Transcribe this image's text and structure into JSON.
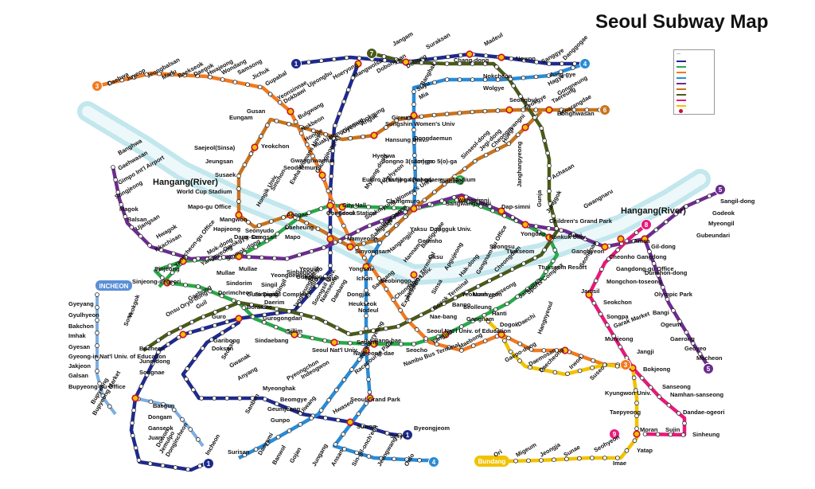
{
  "title": "Seoul Subway Map",
  "colors": {
    "line1": "#1f2a8c",
    "line2": "#2aa84a",
    "line3": "#f07a21",
    "line4": "#2a8bd6",
    "line5": "#6c2c8f",
    "line6": "#c7731f",
    "line7": "#4a5a1a",
    "line8": "#e6197a",
    "line9": "#c9a227",
    "bundang": "#f2c200",
    "river": "#8fd3de",
    "station": "#ffffff",
    "transfer": "#c8102e"
  },
  "badges": [
    {
      "id": "b1a",
      "label": "1",
      "color": "#1f2a8c"
    },
    {
      "id": "b3",
      "label": "3",
      "color": "#f07a21"
    },
    {
      "id": "b7",
      "label": "7",
      "color": "#4a5a1a"
    },
    {
      "id": "b4a",
      "label": "4",
      "color": "#2a8bd6"
    },
    {
      "id": "b6",
      "label": "6",
      "color": "#c7731f"
    },
    {
      "id": "b2",
      "label": "2",
      "color": "#2aa84a"
    },
    {
      "id": "b5a",
      "label": "5",
      "color": "#6c2c8f"
    },
    {
      "id": "b8",
      "label": "8",
      "color": "#e6197a"
    },
    {
      "id": "b5b",
      "label": "5",
      "color": "#6c2c8f"
    },
    {
      "id": "b3b",
      "label": "3",
      "color": "#f07a21"
    },
    {
      "id": "b9",
      "label": "9",
      "color": "#e6197a"
    },
    {
      "id": "b1b",
      "label": "1",
      "color": "#1f2a8c"
    },
    {
      "id": "b1c",
      "label": "1",
      "color": "#1f2a8c"
    },
    {
      "id": "b4b",
      "label": "4",
      "color": "#2a8bd6"
    }
  ],
  "boxes": [
    {
      "id": "incheon",
      "label": "INCHEON",
      "color": "#5b8fd6"
    },
    {
      "id": "bundang",
      "label": "Bundang",
      "color": "#f2c200"
    }
  ],
  "river_labels": [
    "Hangang(River)",
    "Hangang(River)"
  ],
  "stations": [
    {
      "name": "Daehwa"
    },
    {
      "name": "Juyeop"
    },
    {
      "name": "Jeongbalsan"
    },
    {
      "name": "Madu"
    },
    {
      "name": "Baekseok"
    },
    {
      "name": "Daegok"
    },
    {
      "name": "Hwajeong"
    },
    {
      "name": "Wondang"
    },
    {
      "name": "Samsong"
    },
    {
      "name": "Jichuk"
    },
    {
      "name": "Gupabal"
    },
    {
      "name": "Yeonsinnae"
    },
    {
      "name": "Ujeongbu"
    },
    {
      "name": "Hoeryong"
    },
    {
      "name": "Mangwolsa"
    },
    {
      "name": "Dobongsan"
    },
    {
      "name": "Dobong"
    },
    {
      "name": "Banghak"
    },
    {
      "name": "Jangam"
    },
    {
      "name": "Suraksan"
    },
    {
      "name": "Madeul"
    },
    {
      "name": "Nowon"
    },
    {
      "name": "Sanggye"
    },
    {
      "name": "Danggogae"
    },
    {
      "name": "Chang-dong"
    },
    {
      "name": "Nokcheon"
    },
    {
      "name": "Wolgye"
    },
    {
      "name": "Jung-gye"
    },
    {
      "name": "Hagye"
    },
    {
      "name": "Gongneung"
    },
    {
      "name": "Taereung"
    },
    {
      "name": "Hwarangdae"
    },
    {
      "name": "Bonghwasan"
    },
    {
      "name": "Seongbuk"
    },
    {
      "name": "Seokgye"
    },
    {
      "name": "Mia"
    },
    {
      "name": "Gireum"
    },
    {
      "name": "Suyu"
    },
    {
      "name": "Sungshin Women's Univ"
    },
    {
      "name": "Hansung Univ."
    },
    {
      "name": "Hyehwa"
    },
    {
      "name": "Bulgwang"
    },
    {
      "name": "Nokbeon"
    },
    {
      "name": "Hongje"
    },
    {
      "name": "Muakjae"
    },
    {
      "name": "Dongnimmun"
    },
    {
      "name": "Gyeongbokgung"
    },
    {
      "name": "Anguk"
    },
    {
      "name": "Gusan"
    },
    {
      "name": "Eungam"
    },
    {
      "name": "Yeokchon"
    },
    {
      "name": "Dokbawi"
    },
    {
      "name": "Saejeol(Sinsa)"
    },
    {
      "name": "Jeungsan"
    },
    {
      "name": "Susaek"
    },
    {
      "name": "World Cup Stadium"
    },
    {
      "name": "Mapo-gu Office"
    },
    {
      "name": "Mangwon"
    },
    {
      "name": "Hapjeong"
    },
    {
      "name": "Gwanghwamun"
    },
    {
      "name": "Seodaemun"
    },
    {
      "name": "City Hall"
    },
    {
      "name": "Seoul Station"
    },
    {
      "name": "Jongno 3(sam)-ga"
    },
    {
      "name": "Jongno 5(o)-ga"
    },
    {
      "name": "Dongdaemun"
    },
    {
      "name": "Sinseol-dong"
    },
    {
      "name": "Jegi-dong"
    },
    {
      "name": "Cheongnyangni"
    },
    {
      "name": "Hoegi"
    },
    {
      "name": "Euljiro 3(sam)-ga"
    },
    {
      "name": "Euljiro 4(sa)-ga"
    },
    {
      "name": "Dongdaemun Stadium"
    },
    {
      "name": "Sindang"
    },
    {
      "name": "Sangwangsimni"
    },
    {
      "name": "Wangsimni"
    },
    {
      "name": "Chungmuro"
    },
    {
      "name": "Yaksu"
    },
    {
      "name": "Geumho"
    },
    {
      "name": "Oksu"
    },
    {
      "name": "Dap-simni"
    },
    {
      "name": "Janghanpyeong"
    },
    {
      "name": "Gunja"
    },
    {
      "name": "Achasan"
    },
    {
      "name": "Gwangnaru"
    },
    {
      "name": "Cheonho"
    },
    {
      "name": "Gangdong"
    },
    {
      "name": "Gil-dong"
    },
    {
      "name": "Dunchon-dong"
    },
    {
      "name": "Olympic Park"
    },
    {
      "name": "Bangi"
    },
    {
      "name": "Ogeum"
    },
    {
      "name": "Gaerong"
    },
    {
      "name": "Geoyeo"
    },
    {
      "name": "Macheon"
    },
    {
      "name": "Sangil-dong"
    },
    {
      "name": "Godeok"
    },
    {
      "name": "Myeongil"
    },
    {
      "name": "Gubeundari"
    },
    {
      "name": "Amsa"
    },
    {
      "name": "Gangdong-gu Office"
    },
    {
      "name": "Mongchon-toseong"
    },
    {
      "name": "Jamsil"
    },
    {
      "name": "Seokchon"
    },
    {
      "name": "Songpa"
    },
    {
      "name": "Garak Market"
    },
    {
      "name": "Munjeong"
    },
    {
      "name": "Jangji"
    },
    {
      "name": "Bokjeong"
    },
    {
      "name": "Sanseong"
    },
    {
      "name": "Namhan-sanseong"
    },
    {
      "name": "Dandae-ogeori"
    },
    {
      "name": "Sinheung"
    },
    {
      "name": "Sujin"
    },
    {
      "name": "Moran"
    },
    {
      "name": "Yatap"
    },
    {
      "name": "Imae"
    },
    {
      "name": "Seohyeon"
    },
    {
      "name": "Sunae"
    },
    {
      "name": "Jeongja"
    },
    {
      "name": "Migeum"
    },
    {
      "name": "Ori"
    },
    {
      "name": "Kyungwon Univ."
    },
    {
      "name": "Taepyeong"
    },
    {
      "name": "Suseo"
    },
    {
      "name": "Irwon"
    },
    {
      "name": "Daecheong"
    },
    {
      "name": "Daemosan"
    },
    {
      "name": "Gaepo-dong"
    },
    {
      "name": "Hangnyeoul"
    },
    {
      "name": "Daechi"
    },
    {
      "name": "Dogok"
    },
    {
      "name": "Hanti"
    },
    {
      "name": "Seolleung"
    },
    {
      "name": "Yeoksam"
    },
    {
      "name": "Gangnam"
    },
    {
      "name": "Maebong"
    },
    {
      "name": "Yangjae"
    },
    {
      "name": "Nambu Bus Terminal"
    },
    {
      "name": "Seoul Nat'l Univ. of Education"
    },
    {
      "name": "Seocho"
    },
    {
      "name": "Bang-bae"
    },
    {
      "name": "Sadang"
    },
    {
      "name": "Nakseong-dae"
    },
    {
      "name": "Seoul Nat'l Univ."
    },
    {
      "name": "Sillim"
    },
    {
      "name": "Sindaebang"
    },
    {
      "name": "Guro"
    },
    {
      "name": "Garibong"
    },
    {
      "name": "Doksan"
    },
    {
      "name": "Seoksu"
    },
    {
      "name": "Gwanak"
    },
    {
      "name": "Anyang"
    },
    {
      "name": "Myeonghak"
    },
    {
      "name": "Geumjeong"
    },
    {
      "name": "Gunpo"
    },
    {
      "name": "Uiwang"
    },
    {
      "name": "Hwaseo"
    },
    {
      "name": "Suwon"
    },
    {
      "name": "Seryu"
    },
    {
      "name": "Byeongjeom"
    },
    {
      "name": "Beomgye"
    },
    {
      "name": "Pyeongchon"
    },
    {
      "name": "Indeogwon"
    },
    {
      "name": "Seoul Grand Park"
    },
    {
      "name": "Racecourse Park"
    },
    {
      "name": "Namtaeryeong"
    },
    {
      "name": "Sanbon"
    },
    {
      "name": "Surisan"
    },
    {
      "name": "Daeyami"
    },
    {
      "name": "Banwol"
    },
    {
      "name": "Gojan"
    },
    {
      "name": "Jungang"
    },
    {
      "name": "Ansan"
    },
    {
      "name": "Sin-gil-onch'eon"
    },
    {
      "name": "Jeongwang"
    },
    {
      "name": "Oido"
    },
    {
      "name": "Gyeyang"
    },
    {
      "name": "Gyulhyeon"
    },
    {
      "name": "Bakchon"
    },
    {
      "name": "Imhak"
    },
    {
      "name": "Gyesan"
    },
    {
      "name": "Gyeong-in Nat'l Univ. of Education"
    },
    {
      "name": "Jakjeon"
    },
    {
      "name": "Galsan"
    },
    {
      "name": "Bupyeong-gu Office"
    },
    {
      "name": "Bupyeong"
    },
    {
      "name": "Bupyeong Market"
    },
    {
      "name": "Baegun"
    },
    {
      "name": "Dongam"
    },
    {
      "name": "Ganseok"
    },
    {
      "name": "Juan"
    },
    {
      "name": "Dowon"
    },
    {
      "name": "Jemulpo"
    },
    {
      "name": "Dongincheon"
    },
    {
      "name": "Incheon"
    },
    {
      "name": "Bucheon"
    },
    {
      "name": "Jung-dong"
    },
    {
      "name": "Songnae"
    },
    {
      "name": "Sosa"
    },
    {
      "name": "Yeokgok"
    },
    {
      "name": "Onsu"
    },
    {
      "name": "Oryu-dong"
    },
    {
      "name": "Gaebong"
    },
    {
      "name": "Guil"
    },
    {
      "name": "Guro Digital Complex"
    },
    {
      "name": "Dorimcheon"
    },
    {
      "name": "Mullae"
    },
    {
      "name": "Yeongdeungpo"
    },
    {
      "name": "Singil"
    },
    {
      "name": "Yeouido"
    },
    {
      "name": "Noryangjin"
    },
    {
      "name": "Yongsan"
    },
    {
      "name": "Ichon"
    },
    {
      "name": "Seobinggo"
    },
    {
      "name": "Hannam"
    },
    {
      "name": "Apgujeong"
    },
    {
      "name": "Sinsa"
    },
    {
      "name": "Jamwon"
    },
    {
      "name": "Express Bus Terminal"
    },
    {
      "name": "Banpo"
    },
    {
      "name": "Nonhyeon"
    },
    {
      "name": "Hak-dong"
    },
    {
      "name": "Gangnam-gu Office"
    },
    {
      "name": "Cheongdam"
    },
    {
      "name": "Konkuk Univ."
    },
    {
      "name": "Children's Grand Park"
    },
    {
      "name": "Junggok"
    },
    {
      "name": "Guui"
    },
    {
      "name": "Gangbyeon"
    },
    {
      "name": "Seongnae"
    },
    {
      "name": "Jamsillaru"
    },
    {
      "name": "Sports Complex"
    },
    {
      "name": "Samseong"
    },
    {
      "name": "Ttukseom Resort"
    },
    {
      "name": "Ttukseom"
    },
    {
      "name": "Seongsu"
    },
    {
      "name": "Yongdap"
    },
    {
      "name": "Sinjeong"
    },
    {
      "name": "Mok-dong"
    },
    {
      "name": "Omokgyo"
    },
    {
      "name": "Yangpyeong"
    },
    {
      "name": "Sinjeong-negeori"
    },
    {
      "name": "Kkachisan"
    },
    {
      "name": "Hwagok"
    },
    {
      "name": "Ujangsan"
    },
    {
      "name": "Balsan"
    },
    {
      "name": "Magok"
    },
    {
      "name": "Songjeong"
    },
    {
      "name": "Gimpo Int'l Airport"
    },
    {
      "name": "Gaehwasan"
    },
    {
      "name": "Banghwa"
    },
    {
      "name": "Aeogae"
    },
    {
      "name": "Gongdeok"
    },
    {
      "name": "Daeheung"
    },
    {
      "name": "Mapo"
    },
    {
      "name": "Dang-san"
    },
    {
      "name": "Hongik Univ."
    },
    {
      "name": "Sinchon"
    },
    {
      "name": "Ewha Womans Univ."
    },
    {
      "name": "Chungjeongno"
    },
    {
      "name": "Sookmyung Women's Univ."
    },
    {
      "name": "Namyeong"
    },
    {
      "name": "Sinyongsan"
    },
    {
      "name": "Samgakji"
    },
    {
      "name": "Noksapyeong"
    },
    {
      "name": "Itaewon"
    },
    {
      "name": "Hangangjin"
    },
    {
      "name": "Beotigogae"
    },
    {
      "name": "Dongguk Univ."
    },
    {
      "name": "Hoehyeon"
    },
    {
      "name": "Myeong-dong"
    },
    {
      "name": "Daerim"
    },
    {
      "name": "Gurogongdan"
    },
    {
      "name": "Yangcheon-gu Office"
    },
    {
      "name": "Sindorim"
    },
    {
      "name": "Mullae"
    },
    {
      "name": "Seonyudo"
    },
    {
      "name": "Dangsan"
    },
    {
      "name": "Sinbanpo"
    },
    {
      "name": "Gubanpo"
    },
    {
      "name": "Dongjak"
    },
    {
      "name": "Heukseok"
    },
    {
      "name": "Nodeul"
    },
    {
      "name": "Saetgang"
    },
    {
      "name": "Singil"
    },
    {
      "name": "Sinpung"
    },
    {
      "name": "Boramae"
    },
    {
      "name": "Sinmok-dong"
    },
    {
      "name": "Nae-bang"
    },
    {
      "name": "Gosok Terminal"
    },
    {
      "name": "Isu"
    },
    {
      "name": "Chongshin Univ."
    },
    {
      "name": "Namseong"
    },
    {
      "name": "Daebang"
    },
    {
      "name": "Sangdo"
    },
    {
      "name": "Soongsil Univ."
    },
    {
      "name": "Jangseungbaegi"
    }
  ]
}
